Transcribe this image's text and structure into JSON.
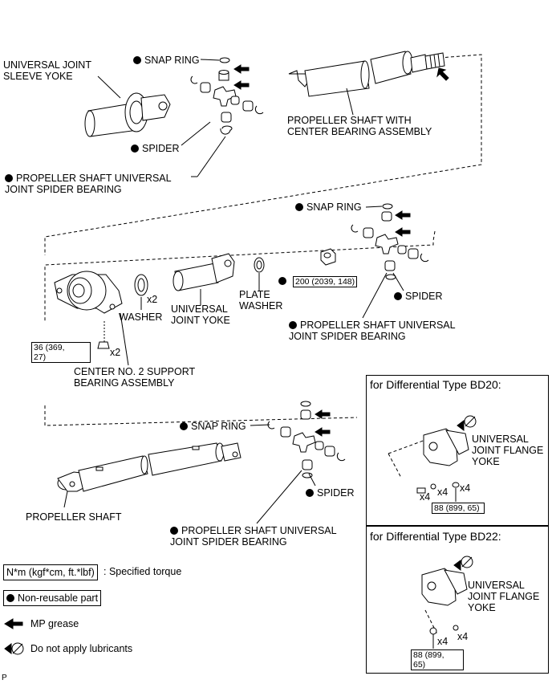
{
  "labels": {
    "universal_joint_sleeve_yoke": "UNIVERSAL JOINT\nSLEEVE YOKE",
    "snap_ring_1": "SNAP RING",
    "spider_1": "SPIDER",
    "spider_bearing_1": "PROPELLER SHAFT UNIVERSAL\nJOINT SPIDER BEARING",
    "propeller_shaft_with_center": "PROPELLER SHAFT WITH\nCENTER BEARING ASSEMBLY",
    "snap_ring_2": "SNAP RING",
    "spider_2": "SPIDER",
    "spider_bearing_2": "PROPELLER SHAFT UNIVERSAL\nJOINT SPIDER BEARING",
    "washer": "WASHER",
    "universal_joint_yoke": "UNIVERSAL\nJOINT YOKE",
    "plate_washer": "PLATE\nWASHER",
    "center_support": "CENTER NO. 2 SUPPORT\nBEARING ASSEMBLY",
    "snap_ring_3": "SNAP RING",
    "spider_3": "SPIDER",
    "spider_bearing_3": "PROPELLER SHAFT UNIVERSAL\nJOINT SPIDER BEARING",
    "propeller_shaft": "PROPELLER SHAFT",
    "flange_yoke_bd20": "UNIVERSAL\nJOINT FLANGE\nYOKE",
    "flange_yoke_bd22": "UNIVERSAL\nJOINT FLANGE\nYOKE"
  },
  "torques": {
    "nut_center": "200 (2039, 148)",
    "bolt_support": "36 (369,\n27)",
    "bd20": "88 (899, 65)",
    "bd22": "88 (899,\n65)"
  },
  "multipliers": {
    "washer": "x2",
    "support_bolt": "x2",
    "bd20_bolt": "x4",
    "bd20_washer": "x4",
    "bd20_nut": "x4",
    "bd22_nut": "x4",
    "bd22_washer": "x4"
  },
  "frames": {
    "bd20_title": "for Differential Type BD20:",
    "bd22_title": "for Differential Type BD22:"
  },
  "legend": {
    "torque_box": "N*m (kgf*cm, ft.*lbf)",
    "torque_desc": ": Specified torque",
    "non_reusable": "Non-reusable part",
    "mp_grease": "MP grease",
    "no_lube": "Do not apply lubricants"
  },
  "corner_mark": "P",
  "colors": {
    "line": "#000000",
    "fill": "#ffffff",
    "shade": "#d8d8d8"
  }
}
